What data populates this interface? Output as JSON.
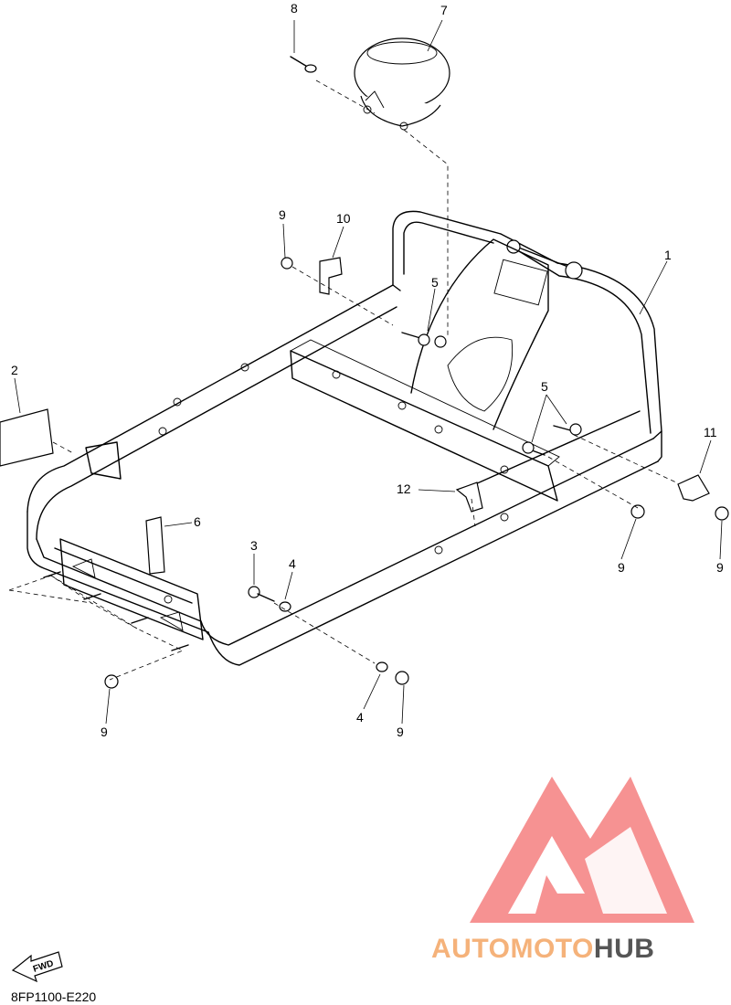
{
  "callouts": [
    {
      "id": "c1",
      "label": "1"
    },
    {
      "id": "c2",
      "label": "2"
    },
    {
      "id": "c3",
      "label": "3"
    },
    {
      "id": "c4a",
      "label": "4"
    },
    {
      "id": "c4b",
      "label": "4"
    },
    {
      "id": "c5a",
      "label": "5"
    },
    {
      "id": "c5b",
      "label": "5"
    },
    {
      "id": "c6",
      "label": "6"
    },
    {
      "id": "c7",
      "label": "7"
    },
    {
      "id": "c8",
      "label": "8"
    },
    {
      "id": "c9a",
      "label": "9"
    },
    {
      "id": "c9b",
      "label": "9"
    },
    {
      "id": "c9c",
      "label": "9"
    },
    {
      "id": "c9d",
      "label": "9"
    },
    {
      "id": "c9e",
      "label": "9"
    },
    {
      "id": "c10",
      "label": "10"
    },
    {
      "id": "c11",
      "label": "11"
    },
    {
      "id": "c12",
      "label": "12"
    }
  ],
  "fwd_label": "FWD",
  "diagram_code": "8FP1100-E220",
  "watermark": {
    "part1": "AUTOMOTO",
    "part2": "HUB",
    "color_primary": "#f07a7a",
    "color_secondary": "#f5b27a",
    "color_hub": "#555555"
  }
}
